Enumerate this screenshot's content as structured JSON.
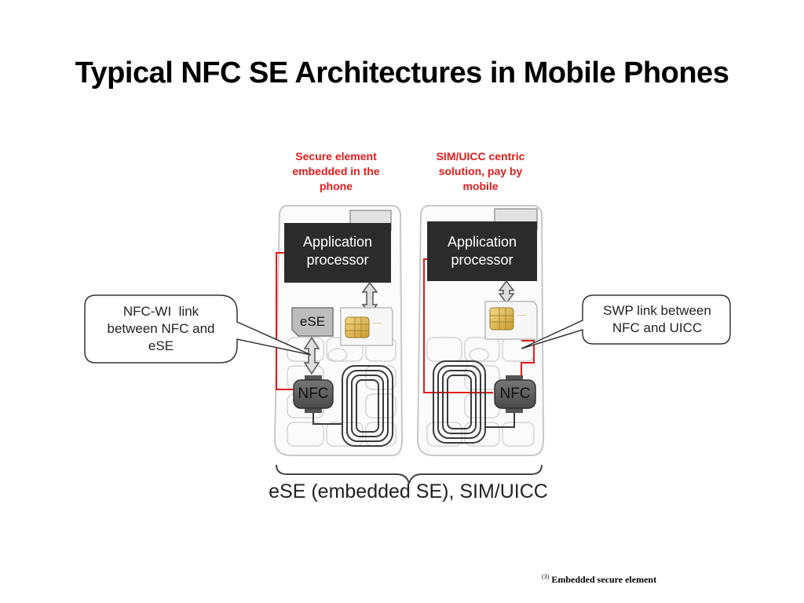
{
  "title": "Typical NFC SE Architectures in Mobile Phones",
  "left_phone": {
    "caption": [
      "Secure element",
      "embedded in the",
      "phone"
    ],
    "processor_label": [
      "Application",
      "processor"
    ],
    "ese_label": "eSE",
    "nfc_label": "NFC"
  },
  "right_phone": {
    "caption": [
      "SIM/UICC centric",
      "solution, pay by",
      "mobile"
    ],
    "processor_label": [
      "Application",
      "processor"
    ],
    "nfc_label": "NFC"
  },
  "callouts": {
    "left": [
      "NFC-WI  link",
      "between NFC and",
      "eSE"
    ],
    "right": [
      "SWP link between",
      "NFC and UICC"
    ]
  },
  "bottom_caption": "eSE (embedded SE), SIM/UICC",
  "footnote": {
    "marker": "(3)",
    "text": "Embedded secure element"
  },
  "colors": {
    "link_red": "#e11b1b",
    "processor_fill": "#2b2b2b",
    "phone_outline": "#c8c8c8"
  }
}
